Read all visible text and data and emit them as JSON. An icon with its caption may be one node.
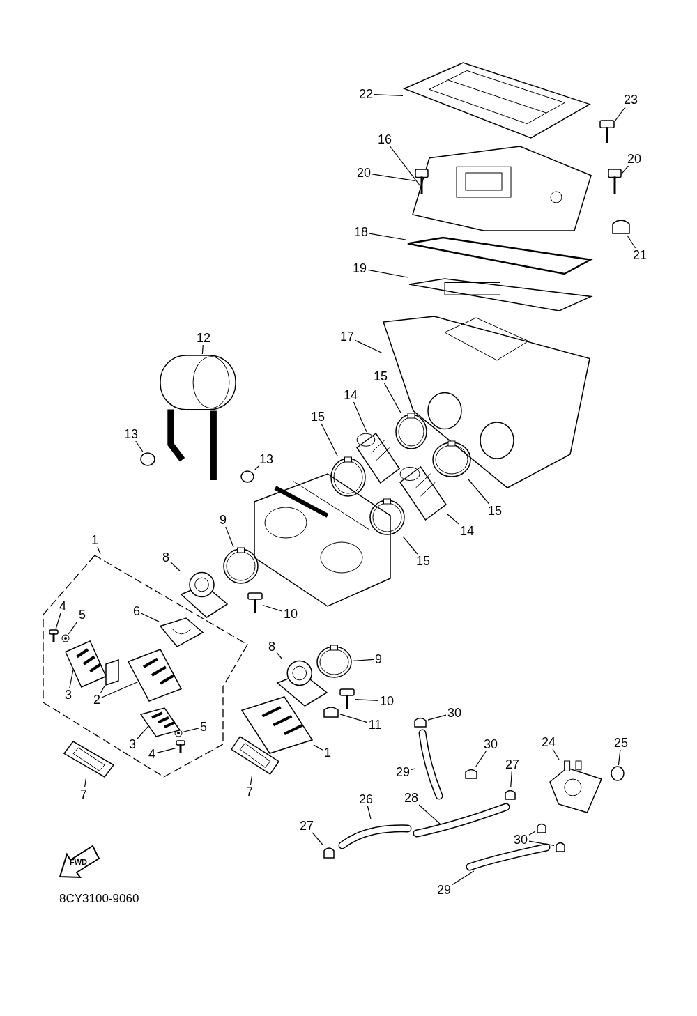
{
  "diagram": {
    "nodes": [
      {
        "text": [
          "22"
        ]
      },
      {
        "text": [],
        "shape": "picture"
      },
      {
        "text": [
          "23"
        ]
      },
      {
        "text": [],
        "shape": "picture"
      },
      {
        "text": [
          "16"
        ]
      },
      {
        "text": [],
        "shape": "picture"
      },
      {
        "text": [
          "20"
        ]
      },
      {
        "text": [],
        "shape": "picture"
      },
      {
        "text": [
          "20"
        ]
      },
      {
        "text": [],
        "shape": "picture"
      },
      {
        "text": [
          "18"
        ]
      },
      {
        "text": [],
        "shape": "picture"
      },
      {
        "text": [
          "21"
        ]
      },
      {
        "text": [],
        "shape": "box"
      },
      {
        "text": [
          "19"
        ]
      },
      {
        "text": [],
        "shape": "picture"
      },
      {
        "text": [
          "17"
        ]
      },
      {
        "text": [],
        "shape": "picture"
      },
      {
        "text": [
          "12"
        ]
      },
      {
        "text": [],
        "shape": "picture"
      },
      {
        "text": [
          "15"
        ]
      },
      {
        "text": [],
        "shape": "picture"
      },
      {
        "text": [
          "14"
        ]
      },
      {
        "text": [],
        "shape": "picture"
      },
      {
        "text": [
          "15"
        ]
      },
      {
        "text": [],
        "shape": "picture"
      },
      {
        "text": [
          "13"
        ]
      },
      {
        "text": [],
        "shape": "circle"
      },
      {
        "text": [
          "13"
        ]
      },
      {
        "text": [],
        "shape": "circle"
      },
      {
        "text": [
          "15"
        ]
      },
      {
        "text": [],
        "shape": "picture"
      },
      {
        "text": [
          "14"
        ]
      },
      {
        "text": [],
        "shape": "picture"
      },
      {
        "text": [
          "9"
        ]
      },
      {
        "text": [],
        "shape": "picture"
      },
      {
        "text": [
          "1"
        ]
      },
      {
        "text": [],
        "shape": "box"
      },
      {
        "text": [
          "8"
        ]
      },
      {
        "text": [],
        "shape": "picture"
      },
      {
        "text": [
          "15"
        ]
      },
      {
        "text": [],
        "shape": "picture"
      },
      {
        "text": [
          "4"
        ],
        "in": 37
      },
      {
        "text": [],
        "shape": "picture",
        "in": 37
      },
      {
        "text": [
          "5"
        ],
        "in": 37
      },
      {
        "text": [],
        "shape": "picture",
        "in": 37
      },
      {
        "text": [
          "6"
        ],
        "in": 37
      },
      {
        "text": [],
        "shape": "picture",
        "in": 37
      },
      {
        "text": [
          "10"
        ]
      },
      {
        "text": [],
        "shape": "picture"
      },
      {
        "text": [
          "8"
        ]
      },
      {
        "text": [],
        "shape": "picture"
      },
      {
        "text": [
          "9"
        ]
      },
      {
        "text": [],
        "shape": "picture"
      },
      {
        "text": [
          "3"
        ],
        "in": 37
      },
      {
        "text": [],
        "shape": "picture",
        "in": 37
      },
      {
        "text": [
          "2"
        ],
        "in": 37
      },
      {
        "text": [],
        "shape": "box",
        "in": 37
      },
      {
        "text": [],
        "shape": "picture",
        "in": 37
      },
      {
        "text": [
          "10"
        ]
      },
      {
        "text": [],
        "shape": "picture"
      },
      {
        "text": [
          "30"
        ]
      },
      {
        "text": [],
        "shape": "box"
      },
      {
        "text": [
          "11"
        ]
      },
      {
        "text": [],
        "shape": "box"
      },
      {
        "text": [
          "5"
        ],
        "in": 37
      },
      {
        "text": [],
        "shape": "picture",
        "in": 37
      },
      {
        "text": [
          "3"
        ],
        "in": 37
      },
      {
        "text": [],
        "shape": "picture",
        "in": 37
      },
      {
        "text": [
          "24"
        ]
      },
      {
        "text": [],
        "shape": "picture"
      },
      {
        "text": [
          "25"
        ]
      },
      {
        "text": [],
        "shape": "circle"
      },
      {
        "text": [
          "30"
        ]
      },
      {
        "text": [],
        "shape": "box"
      },
      {
        "text": [
          "1"
        ]
      },
      {
        "text": [],
        "shape": "picture"
      },
      {
        "text": [
          "4"
        ],
        "in": 37
      },
      {
        "text": [],
        "shape": "picture",
        "in": 37
      },
      {
        "text": [
          "27"
        ]
      },
      {
        "text": [],
        "shape": "box"
      },
      {
        "text": [
          "29"
        ]
      },
      {
        "text": [],
        "shape": "picture"
      },
      {
        "text": [
          "7"
        ]
      },
      {
        "text": [],
        "shape": "picture"
      },
      {
        "text": [
          "7"
        ]
      },
      {
        "text": [],
        "shape": "picture"
      },
      {
        "text": [
          "28"
        ]
      },
      {
        "text": [],
        "shape": "picture"
      },
      {
        "text": [
          "26"
        ]
      },
      {
        "text": [],
        "shape": "picture"
      },
      {
        "text": [
          "27"
        ]
      },
      {
        "text": [],
        "shape": "box"
      },
      {
        "text": [
          "30"
        ]
      },
      {
        "text": [],
        "shape": "box"
      },
      {
        "text": [],
        "shape": "box"
      },
      {
        "text": [
          "29"
        ]
      },
      {
        "text": [],
        "shape": "picture"
      }
    ],
    "edges": [
      {
        "from": 0,
        "to": 1,
        "arrow": "none"
      },
      {
        "from": 2,
        "to": 3,
        "arrow": "none"
      },
      {
        "from": 4,
        "to": 5,
        "arrow": "none"
      },
      {
        "from": 6,
        "to": 7,
        "arrow": "none"
      },
      {
        "from": 8,
        "to": 9,
        "arrow": "none"
      },
      {
        "from": 10,
        "to": 11,
        "arrow": "none"
      },
      {
        "from": 12,
        "to": 13,
        "arrow": "none"
      },
      {
        "from": 14,
        "to": 15,
        "arrow": "none"
      },
      {
        "from": 16,
        "to": 17,
        "arrow": "none"
      },
      {
        "from": 18,
        "to": 19,
        "arrow": "none"
      },
      {
        "from": 20,
        "to": 21,
        "arrow": "none"
      },
      {
        "from": 22,
        "to": 23,
        "arrow": "none"
      },
      {
        "from": 24,
        "to": 25,
        "arrow": "none"
      },
      {
        "from": 26,
        "to": 27,
        "arrow": "none"
      },
      {
        "from": 28,
        "to": 29,
        "arrow": "none"
      },
      {
        "from": 30,
        "to": 31,
        "arrow": "none"
      },
      {
        "from": 32,
        "to": 33,
        "arrow": "none"
      },
      {
        "from": 34,
        "to": 35,
        "arrow": "none"
      },
      {
        "from": 36,
        "to": 37,
        "arrow": "none"
      },
      {
        "from": 38,
        "to": 39,
        "arrow": "none"
      },
      {
        "from": 40,
        "to": 41,
        "arrow": "none"
      },
      {
        "from": 42,
        "to": 43,
        "arrow": "none"
      },
      {
        "from": 44,
        "to": 45,
        "arrow": "none"
      },
      {
        "from": 46,
        "to": 47,
        "arrow": "none"
      },
      {
        "from": 48,
        "to": 49,
        "arrow": "none"
      },
      {
        "from": 50,
        "to": 51,
        "arrow": "none"
      },
      {
        "from": 52,
        "to": 53,
        "arrow": "none"
      },
      {
        "from": 54,
        "to": 55,
        "arrow": "none"
      },
      {
        "from": 56,
        "to": 57,
        "arrow": "none"
      },
      {
        "from": 56,
        "to": 58,
        "arrow": "none"
      },
      {
        "from": 59,
        "to": 60,
        "arrow": "none"
      },
      {
        "from": 61,
        "to": 62,
        "arrow": "none"
      },
      {
        "from": 63,
        "to": 64,
        "arrow": "none"
      },
      {
        "from": 65,
        "to": 66,
        "arrow": "none"
      },
      {
        "from": 67,
        "to": 68,
        "arrow": "none"
      },
      {
        "from": 69,
        "to": 70,
        "arrow": "none"
      },
      {
        "from": 71,
        "to": 72,
        "arrow": "none"
      },
      {
        "from": 73,
        "to": 74,
        "arrow": "none"
      },
      {
        "from": 75,
        "to": 76,
        "arrow": "none"
      },
      {
        "from": 77,
        "to": 78,
        "arrow": "none"
      },
      {
        "from": 79,
        "to": 80,
        "arrow": "none"
      },
      {
        "from": 81,
        "to": 82,
        "arrow": "none"
      },
      {
        "from": 83,
        "to": 84,
        "arrow": "none"
      },
      {
        "from": 85,
        "to": 86,
        "arrow": "none"
      },
      {
        "from": 87,
        "to": 88,
        "arrow": "none"
      },
      {
        "from": 89,
        "to": 90,
        "arrow": "none"
      },
      {
        "from": 91,
        "to": 92,
        "arrow": "none"
      },
      {
        "from": 93,
        "to": 94,
        "arrow": "none"
      },
      {
        "from": 93,
        "to": 95,
        "arrow": "none"
      },
      {
        "from": 96,
        "to": 97,
        "arrow": "none"
      }
    ],
    "labels": [
      "FWD",
      "8CY3100-9060"
    ]
  }
}
